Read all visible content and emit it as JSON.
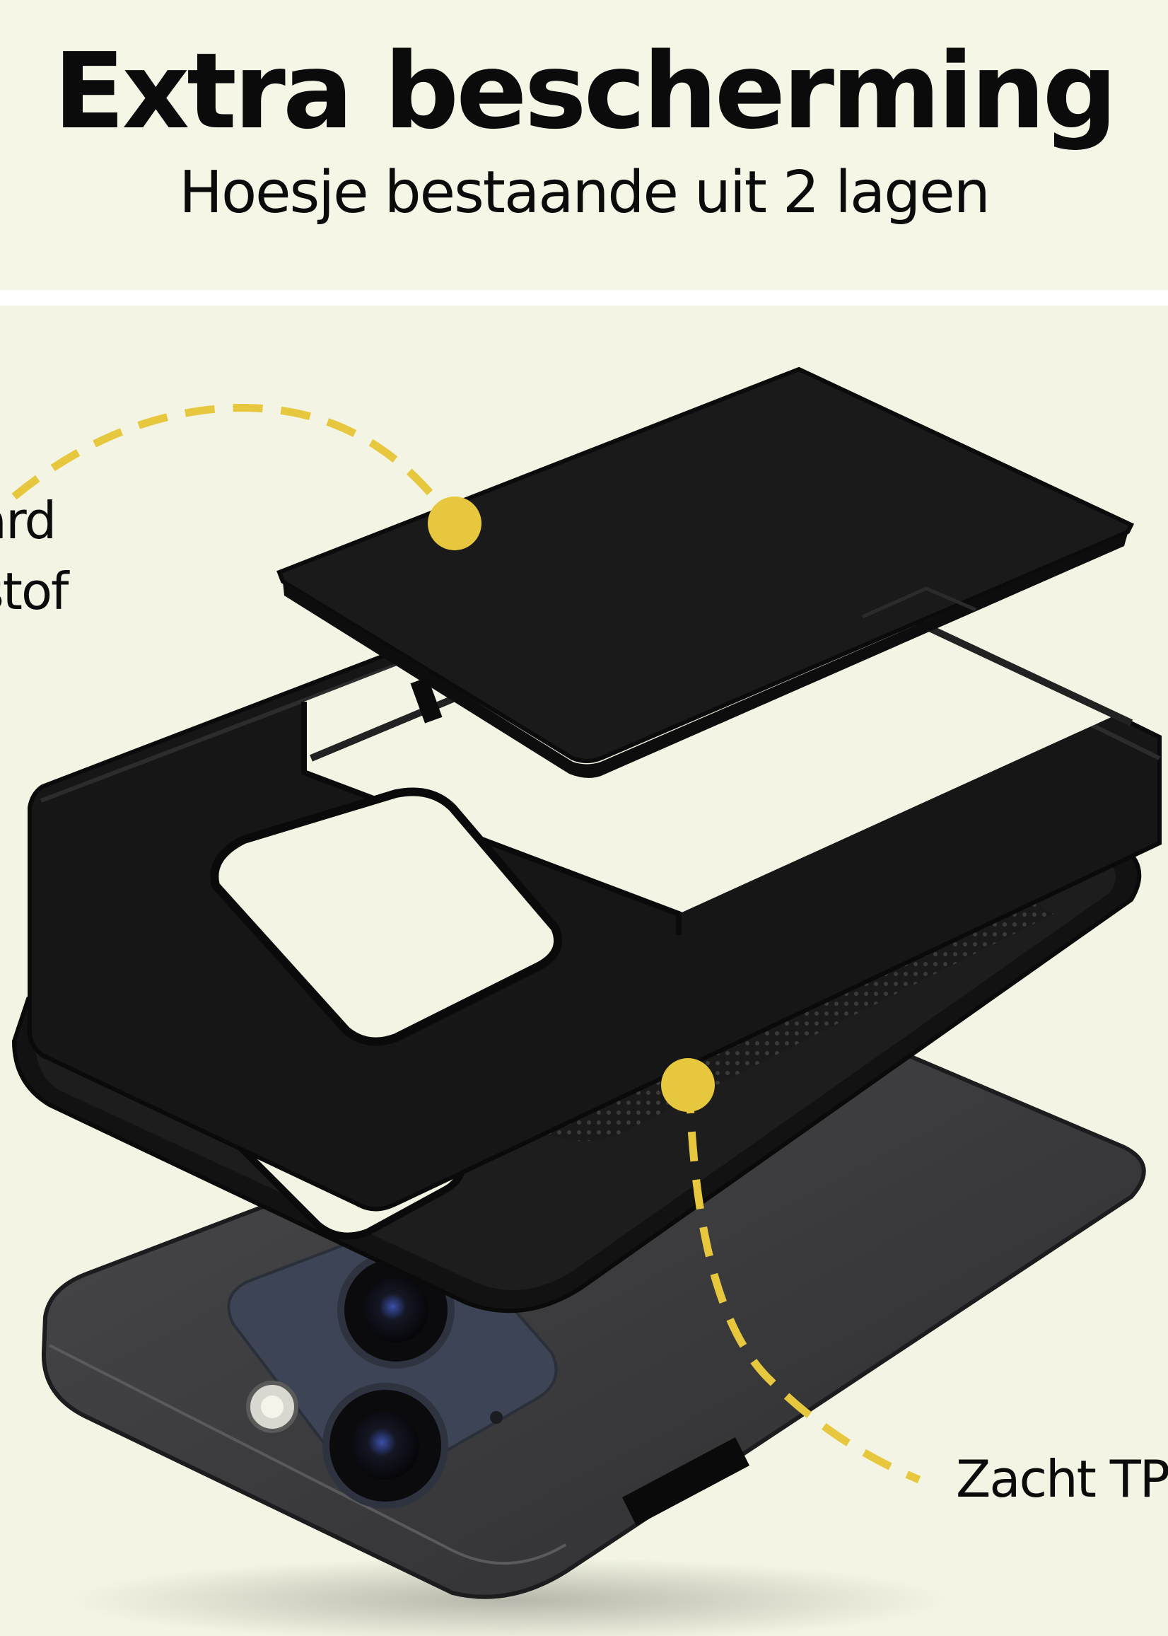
{
  "header": {
    "title": "Extra bescherming",
    "subtitle": "Hoesje bestaande uit 2 lagen"
  },
  "callouts": {
    "hard_layer_line1": "ard",
    "hard_layer_line2": "tstof",
    "soft_layer": "Zacht TP"
  },
  "colors": {
    "background": "#f5f6e6",
    "accent_yellow": "#e6c73e",
    "case_black": "#141414",
    "phone_gray": "#3a3a3c"
  },
  "icons": {
    "hard_marker": "yellow-dot-marker",
    "soft_marker": "yellow-dot-marker"
  }
}
